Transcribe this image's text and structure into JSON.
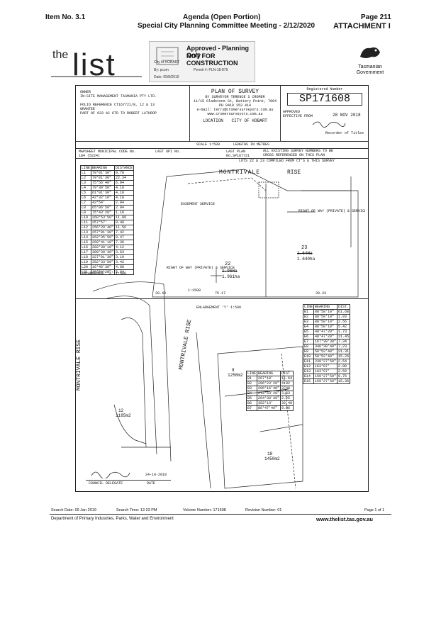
{
  "header": {
    "item_no": "Item No. 3.1",
    "agenda": "Agenda (Open Portion)",
    "meeting": "Special City Planning Committee Meeting - 2/12/2020",
    "page": "Page 211",
    "attachment": "ATTACHMENT I"
  },
  "logos": {
    "thelist": "the list",
    "tasmanian": "Tasmanian",
    "government": "Government"
  },
  "stamp": {
    "line1": "Approved - Planning Only",
    "line2": "NOT FOR CONSTRUCTION",
    "city": "City of HOBART",
    "by": "By: pcom",
    "permit": "Permit #: PLN-18-879",
    "date": "Date: 05/8/2019"
  },
  "plan": {
    "owner_label": "OWNER",
    "owner": "IN-SITE MANAGEMENT TASMANIA PTY LTD.",
    "folio_label": "FOLIO REFERENCE",
    "folio": "CT167721/8, 12 & 13",
    "grantee_label": "GRANTEE",
    "grantee": "PART OF 633 AC GTD TO ROBERT LATHROP",
    "title": "PLAN OF SURVEY",
    "surveyor": "BY SURVEYOR TERENCE S CROMER",
    "address": "11/15 Gladstone St, Battery Point, 7004",
    "phone": "PH 0419 353 414",
    "email": "e-mail: terry@cromersurveyors.com.au",
    "web": "www.cromersurveyors.com.au",
    "location_label": "LOCATION",
    "location": "CITY OF HOBART",
    "registered_label": "Registered Number",
    "registered": "SP171608",
    "approved": "APPROVED",
    "effective": "EFFECTIVE FROM",
    "approved_date": "28 NOV 2018",
    "recorder": "Recorder of Titles",
    "scale": "SCALE 1:500",
    "lengths": "LENGTHS IN METRES",
    "mapsheet": "MAPSHEET MUNICIPAL CODE No. 184 (5224)",
    "last_upi": "LAST UPI No.",
    "last_plan": "LAST PLAN No.SP167721",
    "note1": "ALL EXISTING SURVEY NUMBERS TO BE",
    "note2": "CROSS REFERENCED ON THIS PLAN",
    "lots_note": "LOTS 22 & 23 COMPILED FROM CT'S & THIS SURVEY",
    "montrivale": "MONTRIVALE",
    "rise": "RISE",
    "enlargement_x": "ENLARGEMENT 'X' 1:500",
    "enlargement_y": "ENLARGEMENT 'Y' 1:500",
    "lot22": "22",
    "lot22_old": "1.96Ha",
    "lot22_new": "1.961ha",
    "lot23": "23",
    "lot23_old": "1.64Ha",
    "lot23_new": "1.640ha",
    "lot8": "8",
    "lot8_area": "1258m2",
    "lot18": "18",
    "lot18_area": "1450m2",
    "lot12": "12",
    "lot12_area": "1185m2",
    "council_delegate": "COUNCIL DELEGATE",
    "date_label": "DATE",
    "council_date": "24-10-2018"
  },
  "line_table": {
    "headers": [
      "LINE",
      "BEARING",
      "DISTANCE"
    ],
    "rows": [
      [
        "L1",
        "79°01'30\"",
        "9.70"
      ],
      [
        "L2",
        "79°01'30\"",
        "22.34"
      ],
      [
        "L3",
        "75°56'40\"",
        "6.94"
      ],
      [
        "L4",
        "79°30'50\"",
        "4.18"
      ],
      [
        "L5",
        "61°01'30\"",
        "4.18"
      ],
      [
        "L6",
        "42°32'10\"",
        "4.18"
      ],
      [
        "L7",
        "43°54'",
        "2.94"
      ],
      [
        "L8",
        "65°06'50\"",
        "2.94"
      ],
      [
        "L9",
        "75°43'20\"",
        "1.16"
      ],
      [
        "L10",
        "260°53'50\"",
        "11.89"
      ],
      [
        "L11",
        "257°57'",
        "8.40"
      ],
      [
        "L12",
        "256°29'40\"",
        "11.56"
      ],
      [
        "L13",
        "257°01'30\"",
        "7.42"
      ],
      [
        "L14",
        "262°35'50\"",
        "8.47"
      ],
      [
        "L15",
        "269°41'10\"",
        "7.36"
      ],
      [
        "L16",
        "282°30'10\"",
        "4.12"
      ],
      [
        "L17",
        "300°38'30\"",
        "3.63"
      ],
      [
        "L18",
        "327°01'30\"",
        "3.19"
      ],
      [
        "L19",
        "352°33'50\"",
        "3.42"
      ],
      [
        "L20",
        "16°46'30\"",
        "4.68"
      ],
      [
        "L21",
        "30°54'20\"",
        "5.34"
      ]
    ]
  },
  "e_table": {
    "headers": [
      "LINE",
      "BEARING",
      "DIST."
    ],
    "rows": [
      [
        "E1",
        "88°58'10\"",
        "61.68"
      ],
      [
        "E2",
        "88°58'10\"",
        "1.03"
      ],
      [
        "E3",
        "88°58'10\"",
        "2.56"
      ],
      [
        "E4",
        "88°58'10\"",
        "5.42"
      ],
      [
        "E5",
        "48°47'20\"",
        "1.73"
      ],
      [
        "E6",
        "48°47'20\"",
        "11.45"
      ],
      [
        "E7",
        "167°38'30\"",
        "7.34"
      ],
      [
        "E8",
        "346°30'40\"",
        "7.23"
      ],
      [
        "E9",
        "58°52'40\"",
        "21.31"
      ],
      [
        "E10",
        "58°52'40\"",
        "15.26"
      ],
      [
        "E11",
        "239°27'50\"",
        "2.54"
      ],
      [
        "E12",
        "163°07'",
        "2.00"
      ],
      [
        "E13",
        "163°07'",
        "2.59"
      ],
      [
        "E14",
        "159°27'50\"",
        "9.75"
      ],
      [
        "E15",
        "159°27'50\"",
        "15.36"
      ]
    ]
  },
  "b_table": {
    "headers": [
      "LINE",
      "BEARING",
      "DIST"
    ],
    "rows": [
      [
        "B1",
        "267°18'",
        "11.64"
      ],
      [
        "B2",
        "296°23'20\"",
        "4.82"
      ],
      [
        "B3",
        "296°16'40\"",
        "3.40"
      ],
      [
        "B4",
        "272°53'20\"",
        "3.63"
      ],
      [
        "B5",
        "264°30'30\"",
        "2.25"
      ],
      [
        "B6",
        "352°13'",
        "32.40"
      ],
      [
        "B7",
        "86°47'40\"",
        "9.06"
      ]
    ]
  },
  "footer": {
    "search_date": "Search Date: 09 Jan 2019",
    "search_time": "Search Time: 12:23 PM",
    "volume": "Volume Number: 171608",
    "revision": "Revision Number: 01",
    "page": "Page 1 of 1",
    "department": "Department of Primary Industries, Parks, Water and Environment",
    "website": "www.thelist.tas.gov.au"
  }
}
